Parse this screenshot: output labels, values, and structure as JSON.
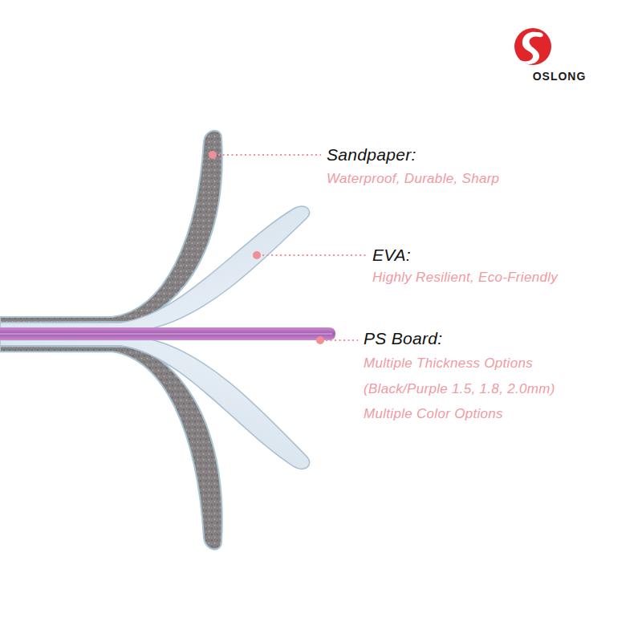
{
  "diagram": {
    "labels": [
      "OSLONG",
      "Sandpaper:",
      "Waterproof, Durable, Sharp",
      "EVA:",
      "Highly Resilient, Eco-Friendly",
      "PS Board:",
      "Multiple Thickness Options",
      "(Black/Purple 1.5, 1.8, 2.0mm)",
      "Multiple Color Options"
    ]
  }
}
